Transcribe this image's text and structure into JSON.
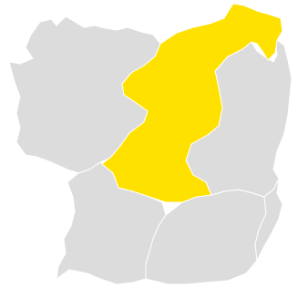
{
  "map": {
    "background_color": "#ffffff",
    "base_fill": "#dcdcdc",
    "border_color": "#ffffff",
    "highlight_fill": "#ffe100",
    "highlighted_region": "central-north-municipality",
    "regions": [
      {
        "id": "west-municipality",
        "highlighted": false
      },
      {
        "id": "southwest-municipality",
        "highlighted": false
      },
      {
        "id": "south-municipality",
        "highlighted": false
      },
      {
        "id": "southeast-municipality",
        "highlighted": false
      },
      {
        "id": "east-municipality",
        "highlighted": false
      },
      {
        "id": "central-north-municipality",
        "highlighted": true
      }
    ]
  }
}
